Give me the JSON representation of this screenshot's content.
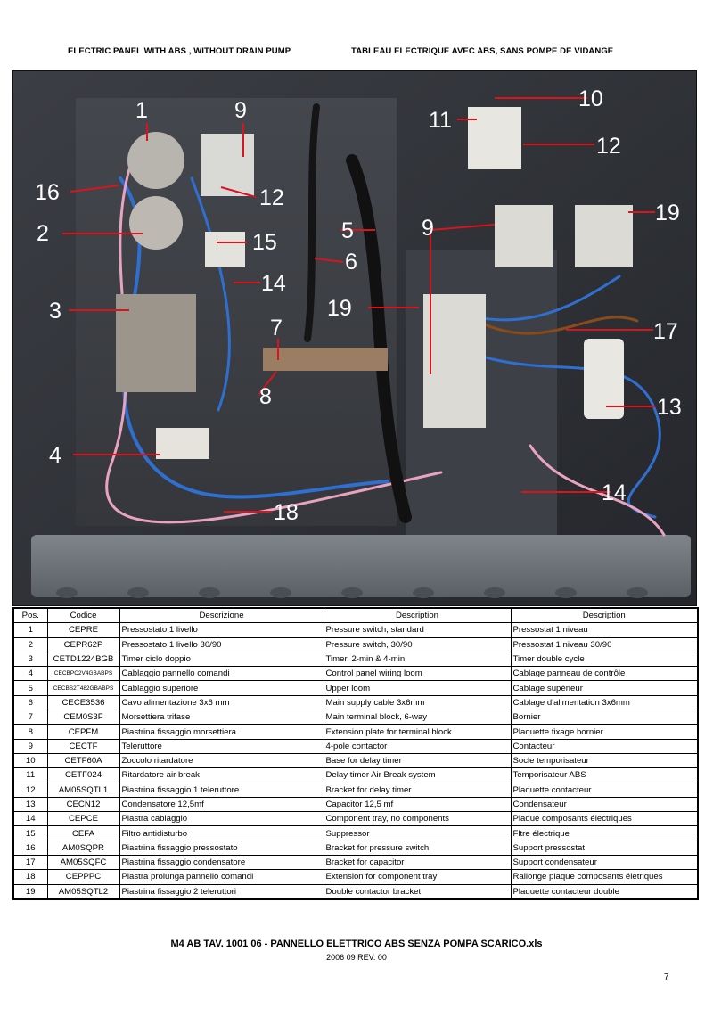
{
  "header": {
    "left": "ELECTRIC PANEL WITH  ABS , WITHOUT DRAIN PUMP",
    "right": "TABLEAU ELECTRIQUE AVEC  ABS, SANS POMPE DE VIDANGE"
  },
  "photo": {
    "callouts": [
      {
        "label": "1"
      },
      {
        "label": "9"
      },
      {
        "label": "16"
      },
      {
        "label": "12"
      },
      {
        "label": "2"
      },
      {
        "label": "15"
      },
      {
        "label": "5"
      },
      {
        "label": "6"
      },
      {
        "label": "14"
      },
      {
        "label": "3"
      },
      {
        "label": "7"
      },
      {
        "label": "19"
      },
      {
        "label": "8"
      },
      {
        "label": "4"
      },
      {
        "label": "18"
      },
      {
        "label": "10"
      },
      {
        "label": "11"
      },
      {
        "label": "12"
      },
      {
        "label": "9"
      },
      {
        "label": "19"
      },
      {
        "label": "17"
      },
      {
        "label": "13"
      },
      {
        "label": "14"
      }
    ]
  },
  "table": {
    "headers": [
      "Pos.",
      "Codice",
      "Descrizione",
      "Description",
      "Description"
    ],
    "rows": [
      [
        "1",
        "CEPRE",
        "Pressostato 1 livello",
        "Pressure switch, standard",
        "Pressostat 1 niveau"
      ],
      [
        "2",
        "CEPR62P",
        "Pressostato 1 livello 30/90",
        "Pressure switch, 30/90",
        "Pressostat 1 niveau 30/90"
      ],
      [
        "3",
        "CETD1224BGB",
        "Timer ciclo doppio",
        "Timer, 2-min & 4-min",
        "Timer double cycle"
      ],
      [
        "4",
        "CECBPC2V4GBABPS",
        "Cablaggio pannello comandi",
        "Control panel wiring loom",
        "Cablage panneau de contrôle"
      ],
      [
        "5",
        "CECBS2T482GBABPS",
        "Cablaggio superiore",
        "Upper loom",
        "Cablage supérieur"
      ],
      [
        "6",
        "CECE3536",
        "Cavo alimentazione 3x6 mm",
        "Main supply cable 3x6mm",
        "Cablage d'alimentation 3x6mm"
      ],
      [
        "7",
        "CEM0S3F",
        "Morsettiera trifase",
        "Main terminal block, 6-way",
        "Bornier"
      ],
      [
        "8",
        "CEPFM",
        "Piastrina fissaggio morsettiera",
        "Extension plate for terminal block",
        "Plaquette fixage bornier"
      ],
      [
        "9",
        "CECTF",
        "Teleruttore",
        "4-pole contactor",
        "Contacteur"
      ],
      [
        "10",
        "CETF60A",
        "Zoccolo ritardatore",
        "Base for delay timer",
        "Socle temporisateur"
      ],
      [
        "11",
        "CETF024",
        "Ritardatore air break",
        "Delay timer Air Break system",
        "Temporisateur ABS"
      ],
      [
        "12",
        "AM05SQTL1",
        "Piastrina fissaggio 1 teleruttore",
        "Bracket for delay timer",
        "Plaquette contacteur"
      ],
      [
        "13",
        "CECN12",
        "Condensatore 12,5mf",
        "Capacitor 12,5 mf",
        "Condensateur"
      ],
      [
        "14",
        "CEPCE",
        "Piastra cablaggio",
        "Component tray, no components",
        "Plaque composants électriques"
      ],
      [
        "15",
        "CEFA",
        "Filtro antidisturbo",
        "Suppressor",
        "Fltre électrique"
      ],
      [
        "16",
        "AM0SQPR",
        "Piastrina fissaggio pressostato",
        "Bracket for pressure switch",
        "Support  pressostat"
      ],
      [
        "17",
        "AM05SQFC",
        "Piastrina fissaggio condensatore",
        "Bracket for capacitor",
        "Support condensateur"
      ],
      [
        "18",
        "CEPPPC",
        "Piastra prolunga pannello comandi",
        "Extension for component tray",
        "Rallonge plaque composants életriques"
      ],
      [
        "19",
        "AM05SQTL2",
        "Piastrina fissaggio 2 teleruttori",
        "Double contactor bracket",
        "Plaquette contacteur double"
      ]
    ]
  },
  "footer": {
    "title": "M4 AB TAV. 1001 06 - PANNELLO ELETTRICO ABS SENZA POMPA SCARICO.xls",
    "revision": "2006 09 REV. 00",
    "page_number": "7"
  },
  "colors": {
    "panel": "#2a2c31",
    "callout_line": "#d8141d",
    "wire_blue": "#2f6fd0",
    "wire_pink": "#e7a3c0",
    "wire_brown": "#8a4b1b",
    "bezel": "#6e7278"
  }
}
